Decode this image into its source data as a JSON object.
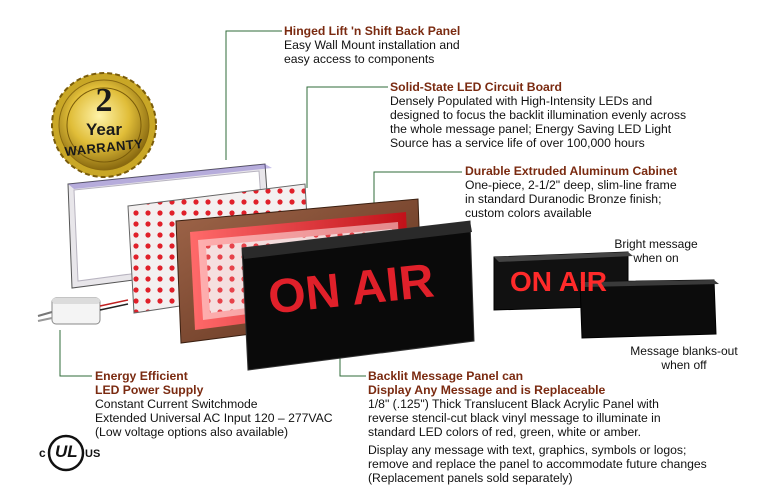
{
  "badge": {
    "number": "2",
    "word1": "Year",
    "word2": "WARRANTY"
  },
  "sign": {
    "text": "ON AIR"
  },
  "callouts": {
    "back_panel": {
      "title": "Hinged Lift 'n Shift Back Panel",
      "body": "Easy Wall Mount installation and\neasy access to components"
    },
    "led_board": {
      "title": "Solid-State LED Circuit Board",
      "body": "Densely Populated with High-Intensity LEDs and\ndesigned to focus the backlit illumination evenly across\nthe whole message panel; Energy Saving LED Light\nSource has a service life of over 100,000 hours"
    },
    "cabinet": {
      "title": "Durable Extruded Aluminum Cabinet",
      "body": "One-piece, 2-1/2\" deep, slim-line frame\nin standard Duranodic Bronze finish;\ncustom colors available"
    },
    "power_supply": {
      "title": "Energy Efficient\nLED Power Supply",
      "body": "Constant Current Switchmode\nExtended Universal AC Input 120 – 277VAC\n(Low voltage options also available)"
    },
    "message_panel": {
      "title": "Backlit Message Panel can\nDisplay Any Message and is Replaceable",
      "body": "1/8\" (.125\") Thick Translucent Black Acrylic Panel with\nreverse stencil-cut black vinyl message to illuminate in\nstandard LED colors of red, green, white or amber.",
      "body2": "Display any message with text, graphics, symbols or logos;\nremove and replace the panel to accommodate future changes\n(Replacement panels sold separately)"
    }
  },
  "notes": {
    "bright": "Bright message\nwhen on",
    "blank": "Message blanks-out\nwhen off"
  },
  "cert": {
    "c": "c",
    "ul": "UL",
    "us": "US"
  },
  "colors": {
    "background": "#ffffff",
    "callout_title": "#7a2a10",
    "led_red": "#e0202a",
    "cabinet_bronze": "#6b3a22",
    "badge_gold": "#d8b530",
    "leader_green": "#2f6b3a"
  }
}
